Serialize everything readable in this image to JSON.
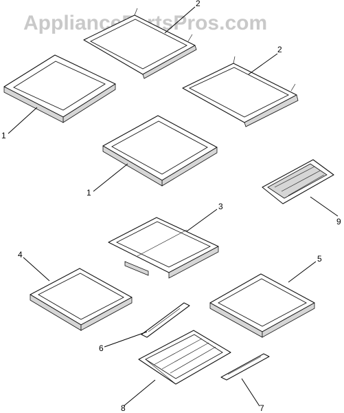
{
  "watermark": "AppliancePartsPros.com",
  "callouts": [
    "2",
    "2",
    "1",
    "1",
    "3",
    "9",
    "4",
    "5",
    "6",
    "8",
    "7"
  ]
}
